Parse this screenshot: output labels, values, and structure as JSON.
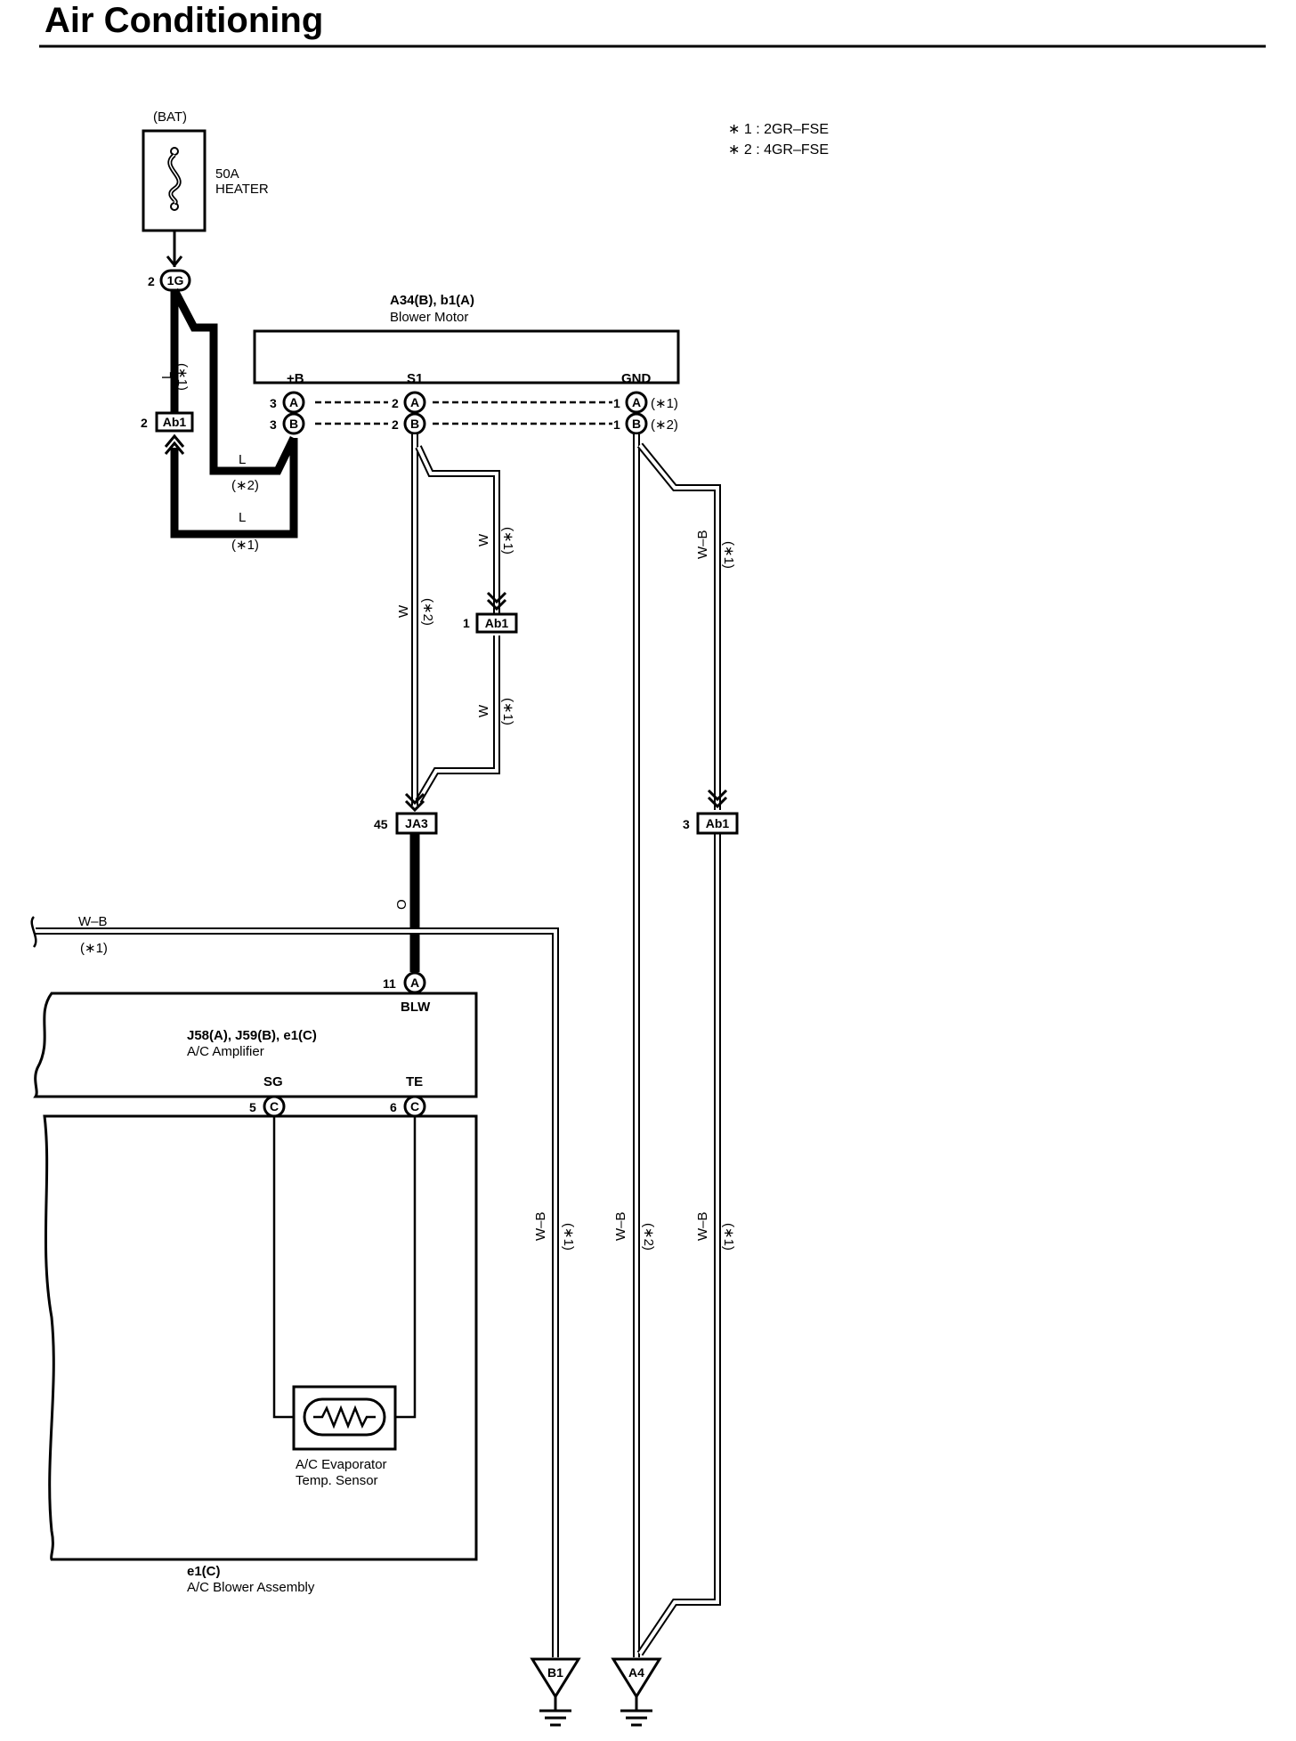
{
  "header": {
    "title": "Air Conditioning"
  },
  "notes": [
    "∗ 1 : 2GR–FSE",
    "∗ 2 : 4GR–FSE"
  ],
  "power": {
    "source": "(BAT)",
    "fuse_amp": "50A",
    "fuse_name": "HEATER"
  },
  "blower_motor": {
    "ref": "A34(B), b1(A)",
    "name": "Blower Motor",
    "terminals": {
      "plus_b": "+B",
      "s1": "S1",
      "gnd": "GND"
    },
    "pins": {
      "plus_b_a": "3",
      "plus_b_b": "3",
      "s1_a": "2",
      "s1_b": "2",
      "gnd_a": "1",
      "gnd_b": "1"
    },
    "connector_a": "A",
    "connector_b": "B"
  },
  "connectors": {
    "c1g": {
      "id": "1G",
      "pin": "2"
    },
    "ab1_left": {
      "id": "Ab1",
      "pin": "2"
    },
    "ab1_mid": {
      "id": "Ab1",
      "pin": "1"
    },
    "ja3": {
      "id": "JA3",
      "pin": "45"
    },
    "ab1_right": {
      "id": "Ab1",
      "pin": "3"
    }
  },
  "wire_colors": {
    "L": "L",
    "W": "W",
    "WB": "W–B",
    "O": "O"
  },
  "variants": {
    "v1": "(∗1)",
    "v2": "(∗2)"
  },
  "amplifier": {
    "ref": "J58(A), J59(B), e1(C)",
    "name": "A/C Amplifier",
    "blw_pin": "11",
    "blw_conn": "A",
    "blw_label": "BLW",
    "sg_pin": "5",
    "sg_conn": "C",
    "sg_label": "SG",
    "te_pin": "6",
    "te_conn": "C",
    "te_label": "TE"
  },
  "sensor": {
    "line1": "A/C Evaporator",
    "line2": "Temp.  Sensor"
  },
  "assembly": {
    "ref": "e1(C)",
    "name": "A/C Blower Assembly"
  },
  "grounds": {
    "g1": "B1",
    "g2": "A4"
  }
}
